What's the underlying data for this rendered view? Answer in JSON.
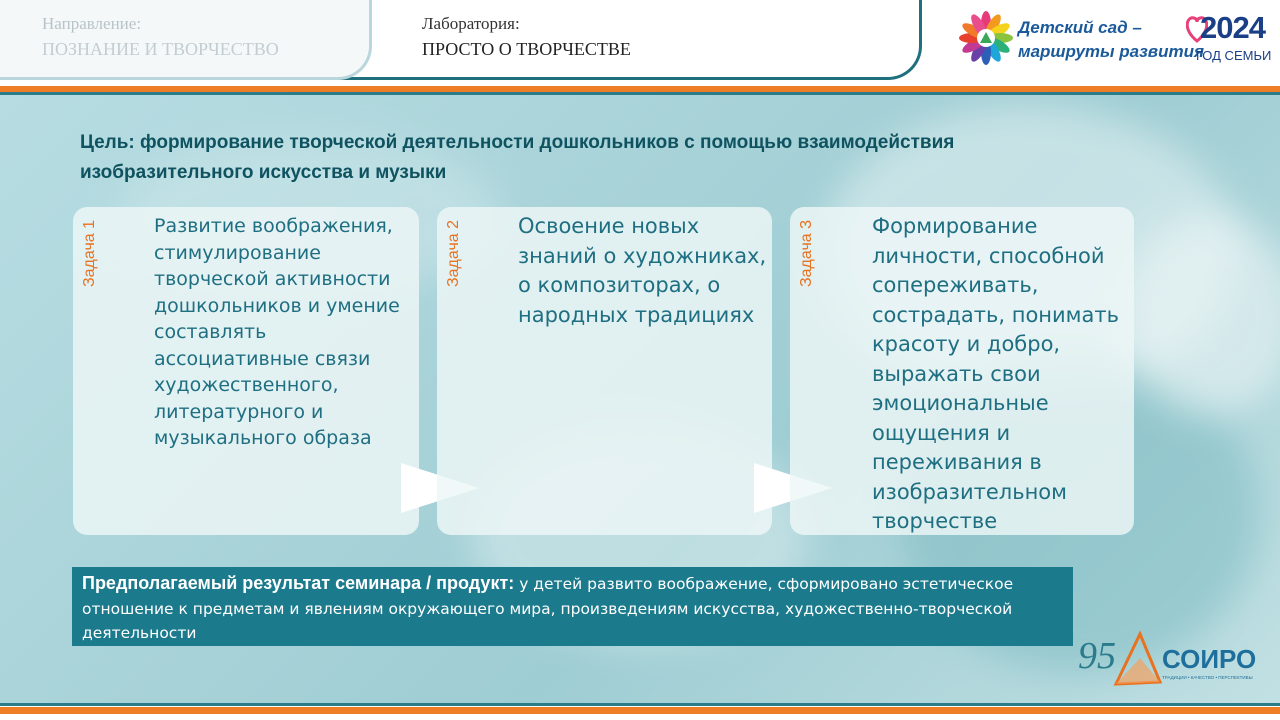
{
  "header": {
    "direction_label": "Направление:",
    "direction_value": "ПОЗНАНИЕ И ТВОРЧЕСТВО",
    "lab_label": "Лаборатория:",
    "lab_value": "ПРОСТО О ТВОРЧЕСТВЕ",
    "logo_line1": "Детский сад –",
    "logo_line2": "маршруты развития",
    "year": "2024",
    "year_caption": "ГОД СЕМЬИ"
  },
  "goal": {
    "label": "Цель:",
    "text": "формирование творческой деятельности дошкольников с помощью взаимодействия изобразительного искусства и музыки"
  },
  "tasks": [
    {
      "tag": "Задача 1",
      "text": "Развитие воображения, стимулирование творческой активности дошкольников и умение составлять ассоциативные связи художественного, литературного и музыкального образа"
    },
    {
      "tag": "Задача 2",
      "text": "Освоение новых знаний о художниках, о композиторах, о народных традициях"
    },
    {
      "tag": "Задача 3",
      "text": "Формирование личности, способной сопереживать, сострадать, понимать красоту и добро, выражать свои эмоциональные ощущения и переживания в изобразительном творчестве"
    }
  ],
  "result": {
    "label": "Предполагаемый результат семинара / продукт:",
    "text": "у детей развито воображение, сформировано эстетическое отношение к предметам и явлениям окружающего мира, произведениям искусства, художественно-творческой деятельности"
  },
  "footer_logo": {
    "number": "95",
    "name": "СОИРО",
    "tagline": "ТРАДИЦИИ • КАЧЕСТВО • ПЕРСПЕКТИВЫ"
  },
  "colors": {
    "accent_orange": "#ef7d26",
    "teal_dark": "#1c7a8d",
    "text_teal": "#1f6f82"
  }
}
